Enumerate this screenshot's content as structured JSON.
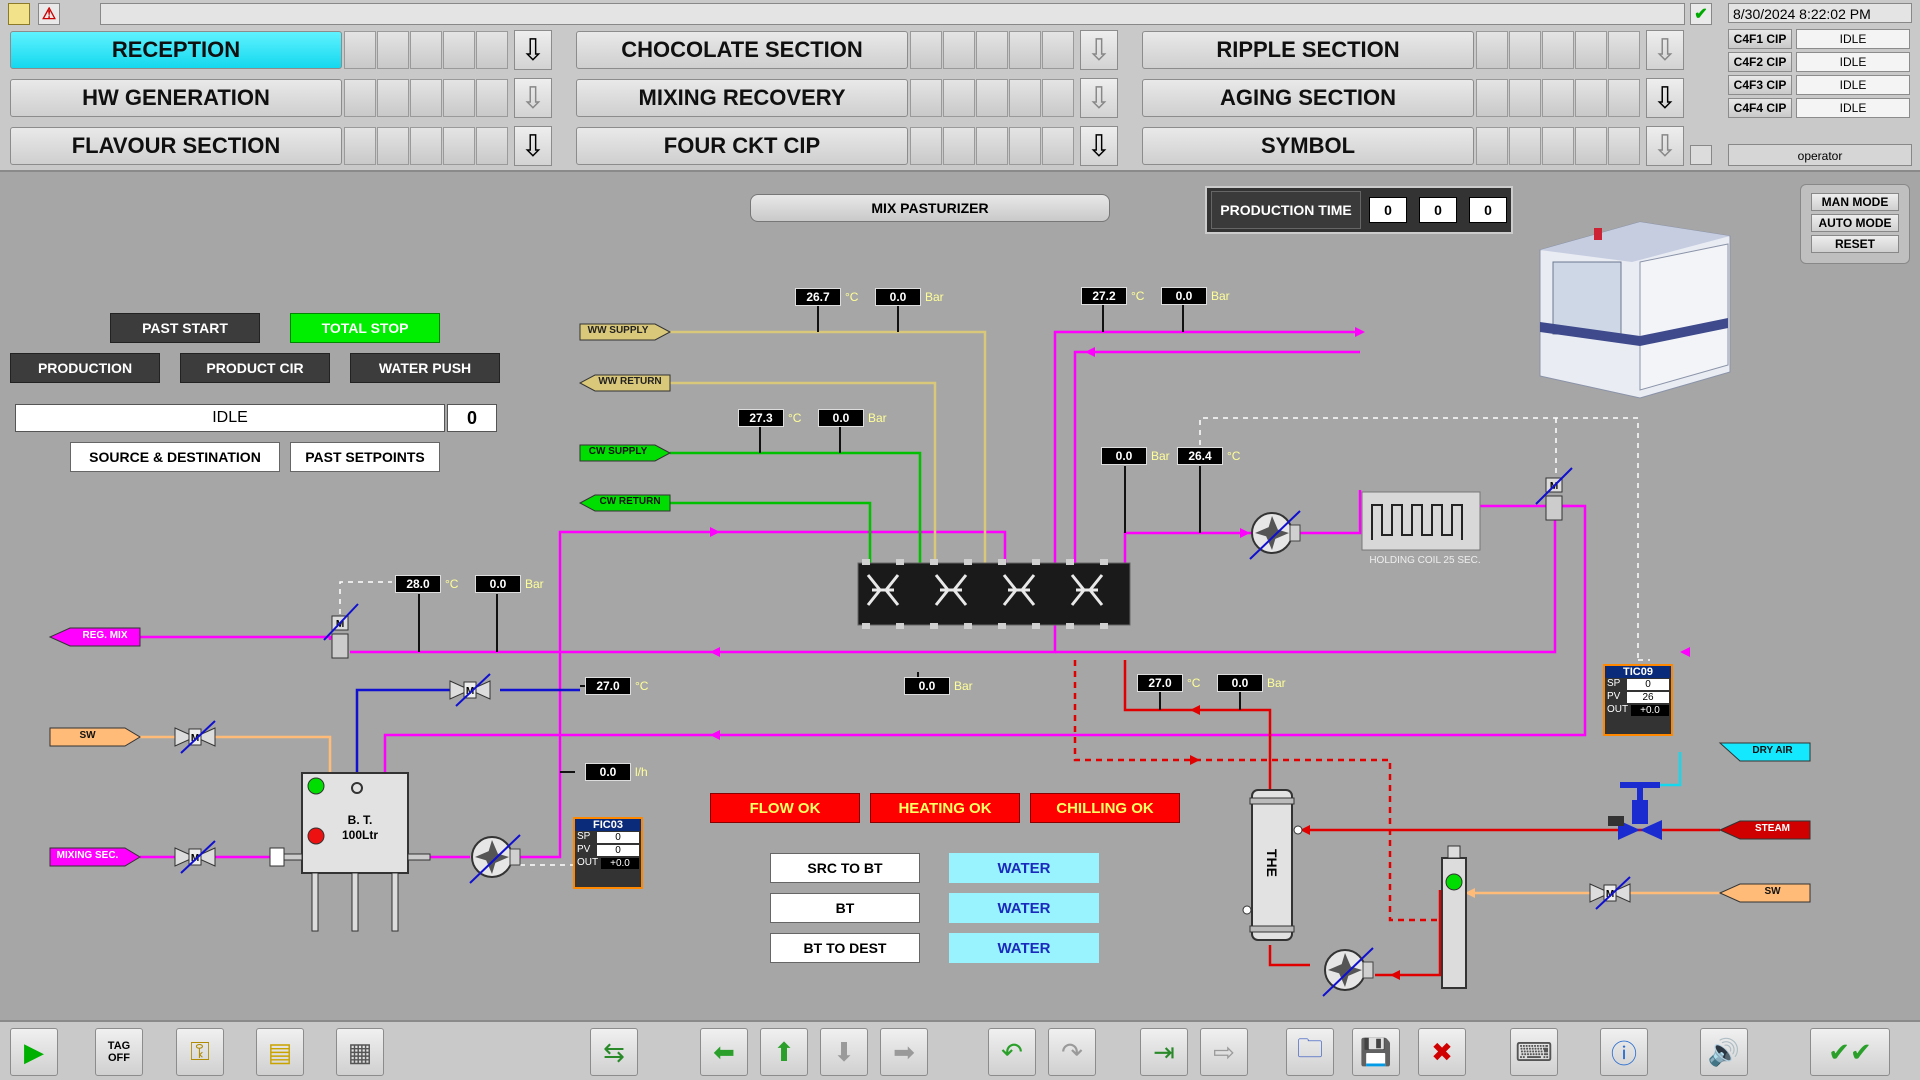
{
  "header": {
    "datetime": "8/30/2024 8:22:02 PM",
    "user": "operator",
    "nav": [
      {
        "label": "RECEPTION"
      },
      {
        "label": "CHOCOLATE SECTION"
      },
      {
        "label": "RIPPLE SECTION"
      },
      {
        "label": "HW GENERATION"
      },
      {
        "label": "MIXING RECOVERY"
      },
      {
        "label": "AGING SECTION"
      },
      {
        "label": "FLAVOUR SECTION"
      },
      {
        "label": "FOUR CKT CIP"
      },
      {
        "label": "SYMBOL"
      }
    ],
    "cip": [
      {
        "label": "C4F1 CIP",
        "state": "IDLE"
      },
      {
        "label": "C4F2 CIP",
        "state": "IDLE"
      },
      {
        "label": "C4F3 CIP",
        "state": "IDLE"
      },
      {
        "label": "C4F4 CIP",
        "state": "IDLE"
      }
    ],
    "down_arrow": "⇩"
  },
  "process": {
    "title": "MIX PASTURIZER",
    "production_time_label": "PRODUCTION TIME",
    "production_time": [
      "0",
      "0",
      "0"
    ],
    "modes": {
      "man": "MAN MODE",
      "auto": "AUTO MODE",
      "reset": "RESET"
    },
    "buttons": {
      "past_start": "PAST START",
      "total_stop": "TOTAL STOP",
      "production": "PRODUCTION",
      "product_cir": "PRODUCT CIR",
      "water_push": "WATER PUSH",
      "source_dest": "SOURCE & DESTINATION",
      "past_setpoints": "PAST SETPOINTS"
    },
    "status": "IDLE",
    "status_count": "0",
    "tags": {
      "ww_supply": "WW SUPPLY",
      "ww_return": "WW RETURN",
      "cw_supply": "CW SUPPLY",
      "cw_return": "CW RETURN",
      "reg_mix": "REG. MIX",
      "sw_left": "SW",
      "mixing_sec": "MIXING SEC.",
      "dry_air": "DRY AIR",
      "steam": "STEAM",
      "sw_right": "SW"
    },
    "units": {
      "temp": "°C",
      "bar": "Bar",
      "flow": "l/h"
    },
    "readings": {
      "t1": "26.7",
      "p1": "0.0",
      "t2": "27.2",
      "p2": "0.0",
      "t3": "27.3",
      "p3": "0.0",
      "p4": "0.0",
      "t4": "26.4",
      "t5": "28.0",
      "p5": "0.0",
      "t6": "27.0",
      "p6": "0.0",
      "t7": "27.0",
      "p7": "0.0",
      "flow": "0.0"
    },
    "holding_coil": "HOLDING COIL 25 SEC.",
    "tank": {
      "name": "B. T.",
      "volume": "100Ltr"
    },
    "the_label": "THE",
    "tic09": {
      "title": "TIC09",
      "sp_label": "SP",
      "sp": "0",
      "pv_label": "PV",
      "pv": "26",
      "out_label": "OUT",
      "out": "+0.0"
    },
    "fic03": {
      "title": "FIC03",
      "sp_label": "SP",
      "sp": "0",
      "pv_label": "PV",
      "pv": "0",
      "out_label": "OUT",
      "out": "+0.0"
    },
    "alarms": {
      "flow": "FLOW OK",
      "heating": "HEATING OK",
      "chilling": "CHILLING OK"
    },
    "routes": [
      {
        "label": "SRC TO BT",
        "value": "WATER"
      },
      {
        "label": "BT",
        "value": "WATER"
      },
      {
        "label": "BT TO DEST",
        "value": "WATER"
      }
    ]
  },
  "toolbar": {
    "tag_off": "TAG OFF"
  },
  "colors": {
    "magenta": "#ff00ff",
    "blue": "#1010d0",
    "green": "#00c000",
    "khaki": "#d9c77a",
    "orange": "#ffbb77",
    "red": "#e00000",
    "cyan": "#14d8ee"
  }
}
